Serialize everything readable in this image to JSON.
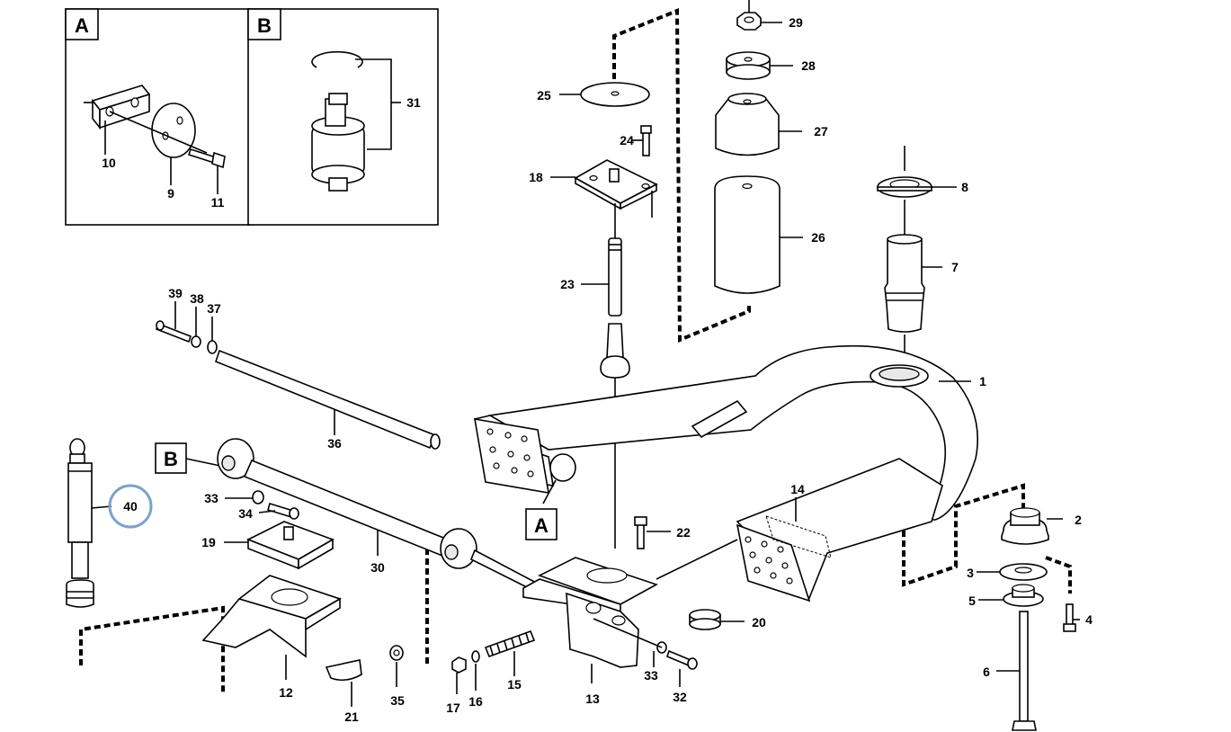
{
  "insets": [
    {
      "id": "A",
      "letter": "A"
    },
    {
      "id": "B",
      "letter": "B"
    }
  ],
  "callout_boxes": {
    "A": "A",
    "B": "B"
  },
  "labels": {
    "p1": "1",
    "p2": "2",
    "p3": "3",
    "p4": "4",
    "p5": "5",
    "p6": "6",
    "p7": "7",
    "p8": "8",
    "p9": "9",
    "p10": "10",
    "p11": "11",
    "p12": "12",
    "p13": "13",
    "p14": "14",
    "p15": "15",
    "p16": "16",
    "p17": "17",
    "p18": "18",
    "p19": "19",
    "p20": "20",
    "p21": "21",
    "p22": "22",
    "p23": "23",
    "p24": "24",
    "p25": "25",
    "p26": "26",
    "p27": "27",
    "p28": "28",
    "p29": "29",
    "p30": "30",
    "p31": "31",
    "p32": "32",
    "p33a": "33",
    "p33b": "33",
    "p34": "34",
    "p35": "35",
    "p36": "36",
    "p37": "37",
    "p38": "38",
    "p39": "39",
    "p40": "40"
  },
  "highlight": {
    "part": "40",
    "color": "#7ba3cc"
  }
}
